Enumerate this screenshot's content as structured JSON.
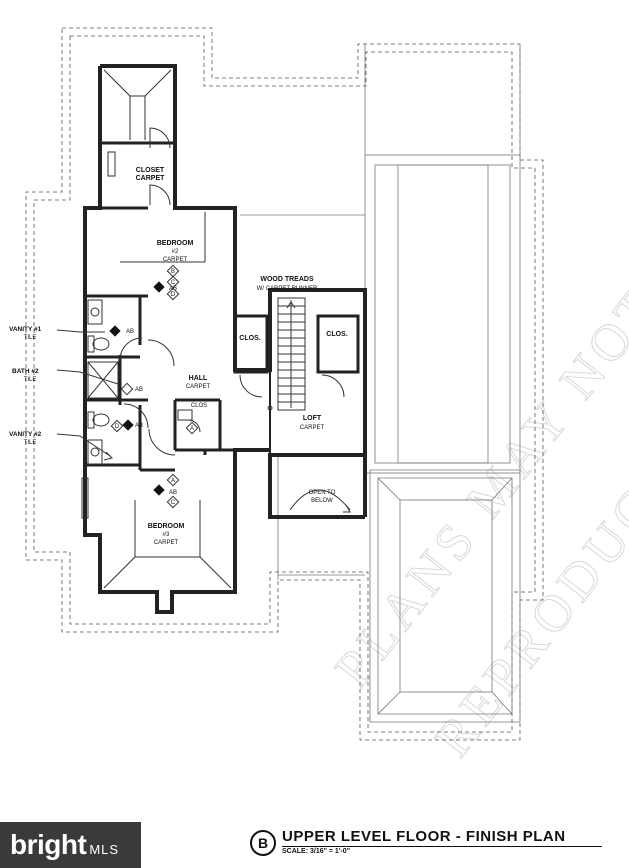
{
  "plan": {
    "title_letter": "B",
    "title": "UPPER LEVEL FLOOR - FINISH PLAN",
    "scale": "SCALE: 3/16\" = 1'-0\""
  },
  "rooms": {
    "closet": "CLOSET",
    "closet_finish": "CARPET",
    "bedroom2": "BEDROOM",
    "bedroom2_num": "#2",
    "bedroom2_finish": "CARPET",
    "vanity1": "VANITY #1",
    "vanity1_finish": "TILE",
    "bath2": "BATH #2",
    "bath2_finish": "TILE",
    "vanity2": "VANITY #2",
    "vanity2_finish": "TILE",
    "hall": "HALL",
    "hall_finish": "CARPET",
    "clos_small": "CLOS",
    "clos_left": "CLOS.",
    "clos_right": "CLOS.",
    "stairs": "WOOD TREADS",
    "stairs_finish": "W/ CARPET RUNNER",
    "loft": "LOFT",
    "loft_finish": "CARPET",
    "open_below": "OPEN TO",
    "open_below2": "BELOW",
    "bedroom3": "BEDROOM",
    "bedroom3_num": "#3",
    "bedroom3_finish": "CARPET"
  },
  "tags": {
    "ab": "AB",
    "a": "A",
    "b": "B",
    "d": "D",
    "c": "C"
  },
  "watermark": {
    "line1": "PLANS MAY NOT BE",
    "line2": "REPRODUCED WITHOUT"
  },
  "badge": {
    "brand": "bright",
    "suffix": "MLS"
  }
}
